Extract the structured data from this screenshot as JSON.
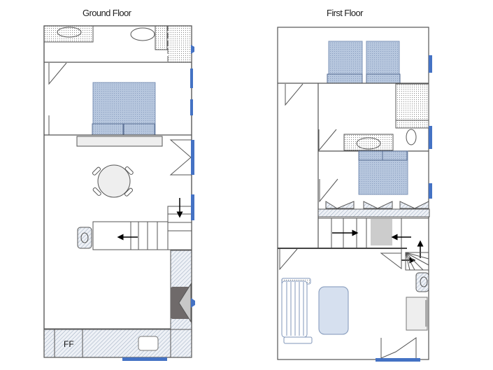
{
  "floors": [
    {
      "id": "ground",
      "title": "Ground Floor",
      "rooms": [
        "bathroom",
        "bedroom",
        "dining-area",
        "staircase",
        "living-kitchen"
      ],
      "labels": {
        "fridge_freezer": "FF"
      },
      "furniture": [
        "bathtub-sink",
        "sink",
        "shower",
        "double-bed",
        "sideboard",
        "round-table",
        "four-chairs",
        "staircase-down",
        "wood-stove",
        "fireplace",
        "kitchen-counter",
        "kitchen-sink"
      ],
      "windows": 6,
      "doors": 3
    },
    {
      "id": "first",
      "title": "First Floor",
      "rooms": [
        "twin-bedroom",
        "bathroom",
        "master-bedroom",
        "wardrobe-corridor",
        "landing",
        "living-room"
      ],
      "furniture": [
        "twin-beds",
        "shower",
        "bathtub",
        "toilet",
        "double-bed",
        "wardrobes",
        "staircase",
        "sofa",
        "coffee-table",
        "wood-stove",
        "tv-unit"
      ],
      "windows": 5,
      "doors": 5
    }
  ],
  "colors": {
    "wall": "#444444",
    "bed": "#b7c7de",
    "window": "#4472c4",
    "fixture": "#dddddd",
    "hatch": "#9aaabf",
    "stove": "#6f6a6a"
  }
}
